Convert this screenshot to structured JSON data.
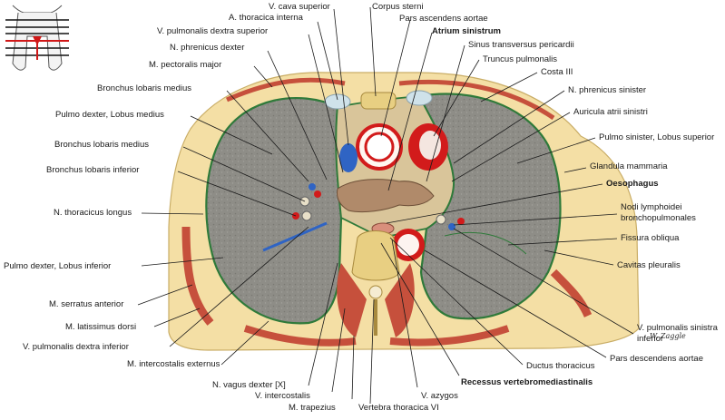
{
  "image": {
    "signature": "W. Zaggle"
  },
  "labels": {
    "v_cava_superior": "V. cava superior",
    "a_thoracica_interna": "A. thoracica interna",
    "v_pulm_dextra_superior": "V. pulmonalis dextra superior",
    "n_phrenicus_dexter": "N. phrenicus dexter",
    "m_pectoralis_major": "M. pectoralis major",
    "bronchus_lobaris_medius_1": "Bronchus lobaris medius",
    "pulmo_dexter_lobus_medius": "Pulmo dexter, Lobus medius",
    "bronchus_lobaris_medius_2": "Bronchus lobaris medius",
    "bronchus_lobaris_inferior": "Bronchus lobaris inferior",
    "n_thoracicus_longus": "N. thoracicus longus",
    "pulmo_dexter_lobus_inferior": "Pulmo dexter, Lobus inferior",
    "m_serratus_anterior": "M. serratus anterior",
    "m_latissimus_dorsi": "M. latissimus dorsi",
    "v_pulm_dextra_inferior": "V. pulmonalis dextra inferior",
    "m_intercostalis_externus": "M. intercostalis externus",
    "n_vagus_dexter": "N. vagus dexter [X]",
    "v_intercostalis": "V. intercostalis",
    "m_trapezius": "M. trapezius",
    "vertebra_thoracica": "Vertebra thoracica VI",
    "corpus_sterni": "Corpus sterni",
    "pars_ascendens_aortae": "Pars ascendens aortae",
    "atrium_sinistrum": "Atrium sinistrum",
    "sinus_transversus": "Sinus transversus pericardii",
    "truncus_pulmonalis": "Truncus pulmonalis",
    "costa_iii": "Costa III",
    "n_phrenicus_sinister": "N. phrenicus sinister",
    "auricula_atrii_sinistri": "Auricula atrii sinistri",
    "pulmo_sinister_lobus_superior": "Pulmo sinister, Lobus superior",
    "glandula_mammaria": "Glandula mammaria",
    "oesophagus": "Oesophagus",
    "nodi_lymphoidei_1": "Nodi lymphoidei",
    "nodi_lymphoidei_2": "bronchopulmonales",
    "fissura_obliqua": "Fissura obliqua",
    "cavitas_pleuralis": "Cavitas pleuralis",
    "v_pulm_sinistra_inferior_1": "V. pulmonalis sinistra",
    "v_pulm_sinistra_inferior_2": "inferior",
    "pars_descendens_aortae": "Pars descendens aortae",
    "ductus_thoracicus": "Ductus thoracicus",
    "recessus_vertebromediastinalis": "Recessus vertebromediastinalis",
    "v_azygos": "V. azygos"
  },
  "colors": {
    "fat": "#f4dfa5",
    "lung": "#8d8c86",
    "pleura": "#2f7a3a",
    "muscle": "#c6503c",
    "artery": "#d21b1b",
    "vein": "#2f64c4",
    "atrium": "#b08a6a",
    "bone": "#e8cf82"
  }
}
